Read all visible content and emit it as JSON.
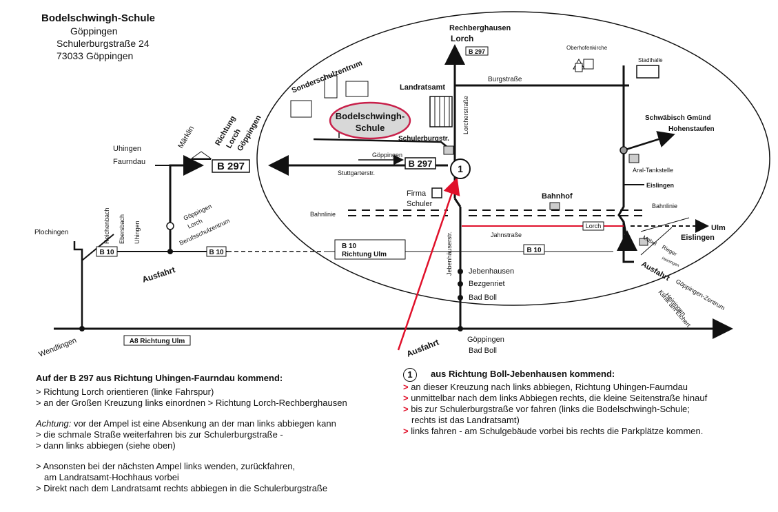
{
  "address": {
    "name": "Bodelschwingh-Schule",
    "city": "Göppingen",
    "street": "Schulerburgstraße 24",
    "zip_city": "73033 Göppingen"
  },
  "map": {
    "top_rechberghausen": "Rechberghausen",
    "top_lorch": "Lorch",
    "b297_top": "B 297",
    "oberhofenkirche": "Oberhofenkirche",
    "stadthalle": "Stadthalle",
    "burgstrasse": "Burgstraße",
    "landratsamt": "Landratsamt",
    "lorcherstrasse": "Lorcherstraße",
    "sonderschulzentrum": "Sonderschulzentrum",
    "school_line1": "Bodelschwingh-",
    "school_line2": "Schule",
    "schulerburgstr": "Schulerburgstr.",
    "goeppingen_small": "Göppingen",
    "b297_mid": "B 297",
    "b297_left": "B 297",
    "stuttgarterstr": "Stuttgarterstr.",
    "marker_one": "1",
    "gmuend_line1": "Schwäbisch Gmünd",
    "gmuend_line2": "Hohenstaufen",
    "aral": "Aral-Tankstelle",
    "eislingen_small": "Eislingen",
    "maerklin": "Märklin",
    "richtung": "Richtung",
    "lorch_rot": "Lorch",
    "goeppingen_rot": "Göppingen",
    "uhingen": "Uhingen",
    "faurndau": "Faurndau",
    "firma": "Firma",
    "schuler": "Schuler",
    "bahnhof": "Bahnhof",
    "bahnlinie_left": "Bahnlinie",
    "bahnlinie_right": "Bahnlinie",
    "lorch_box": "Lorch",
    "jahnstrasse": "Jahnstraße",
    "ulm": "Ulm",
    "eislingen_right": "Eislingen",
    "moebel": "Möbel",
    "rieger": "Rieger",
    "heiningen_small": "Heiningen",
    "goepp_lorch_1": "Göppingen",
    "goepp_lorch_2": "Lorch",
    "goepp_lorch_3": "Berufsschulzentrum",
    "plochingen": "Plochingen",
    "reichenbach": "Reichenbach",
    "ebersbach": "Ebersbach",
    "uhingen_v": "Uhingen",
    "b10_left": "B 10",
    "b10_mid": "B 10",
    "b10_richtung_1": "B 10",
    "b10_richtung_2": "Richtung Ulm",
    "b10_right": "B 10",
    "jebenhaeuserstr": "Jebenhäuserstr.",
    "jebenhausen": "Jebenhausen",
    "bezgenriet": "Bezgenriet",
    "bad_boll": "Bad Boll",
    "ausfahrt_left": "Ausfahrt",
    "ausfahrt_right": "Ausfahrt",
    "ausfahrt_bottom": "Ausfahrt",
    "ausfahrt_right_2": "Göppingen-Zentrum",
    "klinik_1": "Klinik am Eichert",
    "klinik_2": "Heiningen",
    "wendlingen": "Wendlingen",
    "a8": "A8 Richtung Ulm",
    "bottom_goeppingen": "Göppingen",
    "bottom_badboll": "Bad Boll"
  },
  "left_text": {
    "heading": "Auf der B 297 aus Richtung Uhingen-Faurndau kommend:",
    "lines1": [
      "> Richtung Lorch orientieren (linke Fahrspur)",
      "> an der Großen Kreuzung links einordnen > Richtung Lorch-Rechberghausen"
    ],
    "achtung_label": "Achtung:",
    "achtung_text": " vor der Ampel ist eine Absenkung an der man links abbiegen kann",
    "lines2": [
      "> die schmale Straße weiterfahren bis zur Schulerburgstraße -",
      "> dann links abbiegen (siehe oben)"
    ],
    "lines3": [
      "> Ansonsten bei der nächsten Ampel links wenden, zurückfahren,",
      "   am Landratsamt-Hochhaus vorbei",
      "> Direkt nach dem Landratsamt rechts abbiegen in die Schulerburgstraße"
    ]
  },
  "right_text": {
    "marker": "1",
    "heading": "aus  Richtung Boll-Jebenhausen kommend:",
    "items": [
      {
        "arrow": ">",
        "text": " an dieser Kreuzung nach links abbiegen, Richtung Uhingen-Faurndau"
      },
      {
        "arrow": ">",
        "text": " unmittelbar nach dem links Abbiegen rechts, die kleine Seitenstraße hinauf"
      },
      {
        "arrow": ">",
        "text": " bis zur Schulerburgstraße vor fahren (links die Bodelschwingh-Schule;"
      },
      {
        "arrow": "",
        "text": "rechts ist das Landratsamt)"
      },
      {
        "arrow": ">",
        "text": " links fahren - am Schulgebäude vorbei bis rechts die Parkplätze kommen."
      }
    ]
  },
  "colors": {
    "route_red": "#e0102a",
    "school_fill": "#d8d8d8",
    "school_border": "#c8204a"
  }
}
